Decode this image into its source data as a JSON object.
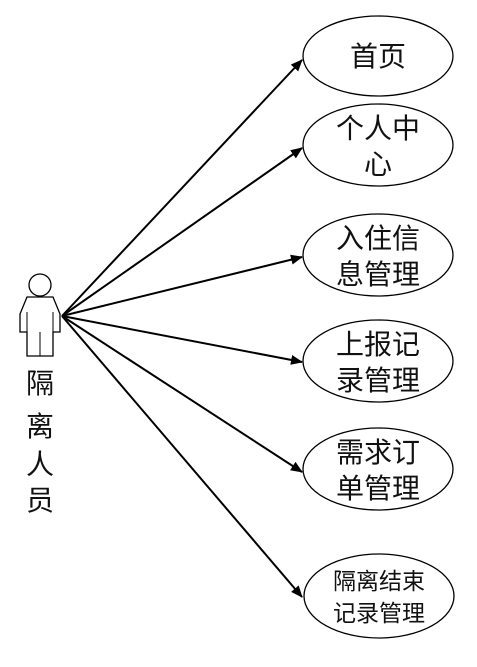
{
  "actor": {
    "label_chars": [
      "隔",
      "离",
      "人",
      "员"
    ]
  },
  "use_cases": [
    {
      "lines": [
        "首页"
      ]
    },
    {
      "lines": [
        "个人中",
        "心"
      ]
    },
    {
      "lines": [
        "入住信",
        "息管理"
      ]
    },
    {
      "lines": [
        "上报记",
        "录管理"
      ]
    },
    {
      "lines": [
        "需求订",
        "单管理"
      ]
    },
    {
      "lines": [
        "隔离结束",
        "记录管理"
      ]
    }
  ],
  "colors": {
    "line": "#000000",
    "ellipse_stroke": "#000000",
    "ellipse_fill": "#ffffff",
    "actor_stroke": "#000000"
  }
}
